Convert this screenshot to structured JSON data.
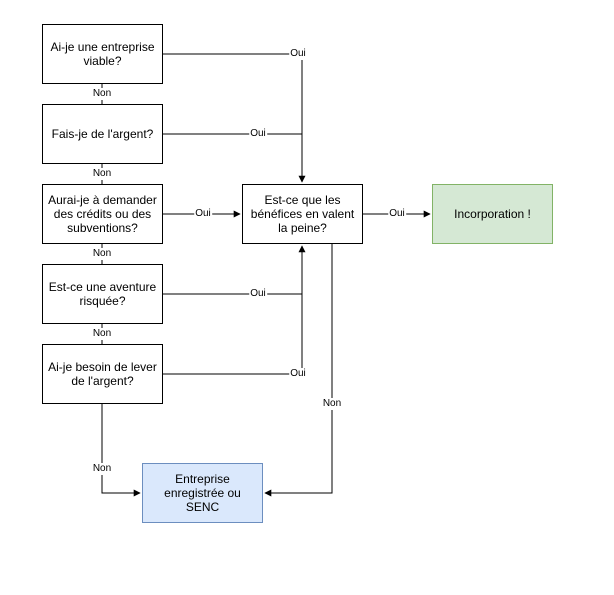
{
  "nodes": {
    "q1": "Ai-je une entreprise viable?",
    "q2": "Fais-je de l'argent?",
    "q3": "Aurai-je à demander des crédits ou des subventions?",
    "q4": "Est-ce une aventure risquée?",
    "q5": "Ai-je besoin de lever de l'argent?",
    "benefits": "Est-ce que les bénéfices en valent la peine?",
    "incorporation": "Incorporation !",
    "registered": "Entreprise enregistrée ou SENC"
  },
  "edges": {
    "oui": "Oui",
    "non": "Non"
  },
  "colors": {
    "incorporation_fill": "#d5e8d4",
    "incorporation_border": "#82b366",
    "registered_fill": "#dae8fc",
    "registered_border": "#6c8ebf"
  }
}
